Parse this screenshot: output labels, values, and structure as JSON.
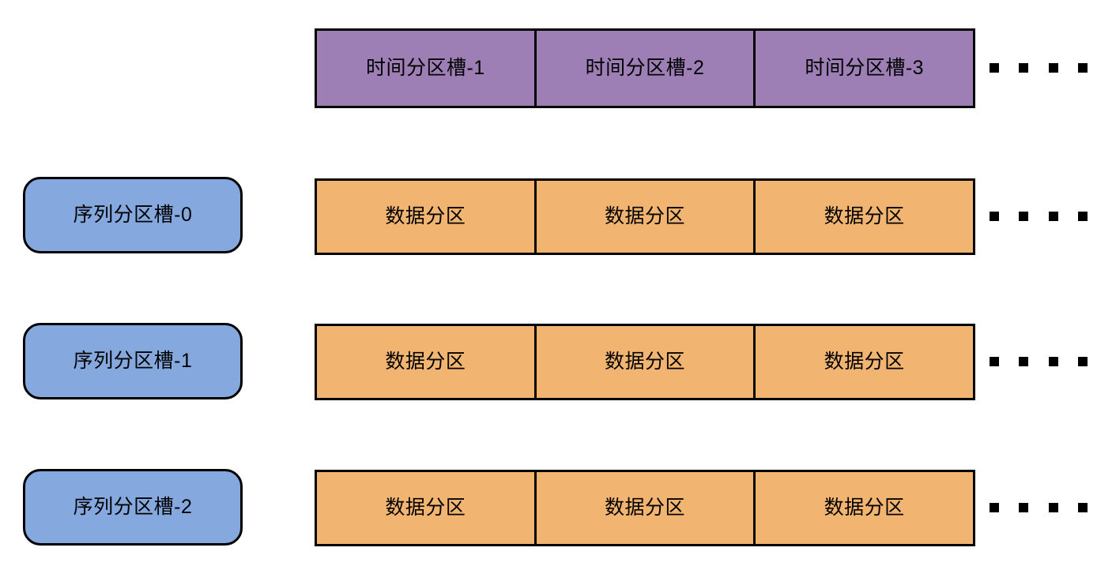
{
  "diagram": {
    "title": "time-partition and sequence-partition slot layout",
    "colors": {
      "time_partition_fill": "#9d7eb5",
      "data_partition_fill": "#f2b571",
      "sequence_slot_fill": "#85a9de",
      "stroke": "#000000",
      "background": "#ffffff"
    },
    "rows": [
      {
        "id": "time-partition-row",
        "slot_label": null,
        "cells": [
          "时间分区槽-1",
          "时间分区槽-2",
          "时间分区槽-3"
        ],
        "ellipsis_dots": 4
      },
      {
        "id": "sequence-slot-row-0",
        "slot_label": "序列分区槽-0",
        "cells": [
          "数据分区",
          "数据分区",
          "数据分区"
        ],
        "ellipsis_dots": 4
      },
      {
        "id": "sequence-slot-row-1",
        "slot_label": "序列分区槽-1",
        "cells": [
          "数据分区",
          "数据分区",
          "数据分区"
        ],
        "ellipsis_dots": 4
      },
      {
        "id": "sequence-slot-row-2",
        "slot_label": "序列分区槽-2",
        "cells": [
          "数据分区",
          "数据分区",
          "数据分区"
        ],
        "ellipsis_dots": 4
      }
    ]
  }
}
